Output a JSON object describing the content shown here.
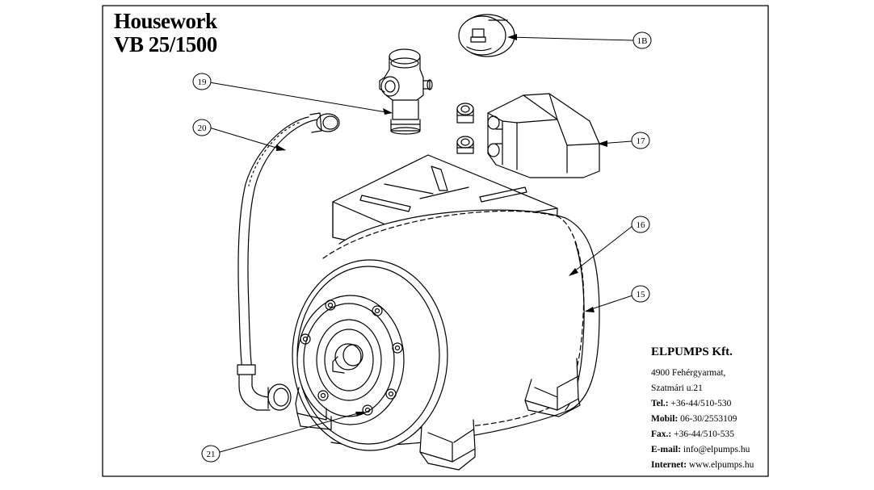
{
  "title": {
    "line1": "Housework",
    "line2": "VB 25/1500"
  },
  "callouts": [
    {
      "id": "15",
      "label": "15"
    },
    {
      "id": "16",
      "label": "16"
    },
    {
      "id": "17",
      "label": "17"
    },
    {
      "id": "18",
      "label": "1B"
    },
    {
      "id": "19",
      "label": "19"
    },
    {
      "id": "20",
      "label": "20"
    },
    {
      "id": "21",
      "label": "21"
    }
  ],
  "company": {
    "name": "ELPUMPS Kft.",
    "address1": "4900 Fehérgyarmat,",
    "address2": "Szatmári u.21",
    "tel_label": "Tel.:",
    "tel": "+36-44/510-530",
    "mobil_label": "Mobil:",
    "mobil": "06-30/2553109",
    "fax_label": "Fax.:",
    "fax": "+36-44/510-535",
    "email_label": "E-mail:",
    "email": "info@elpumps.hu",
    "internet_label": "Internet:",
    "internet": "www.elpumps.hu"
  }
}
